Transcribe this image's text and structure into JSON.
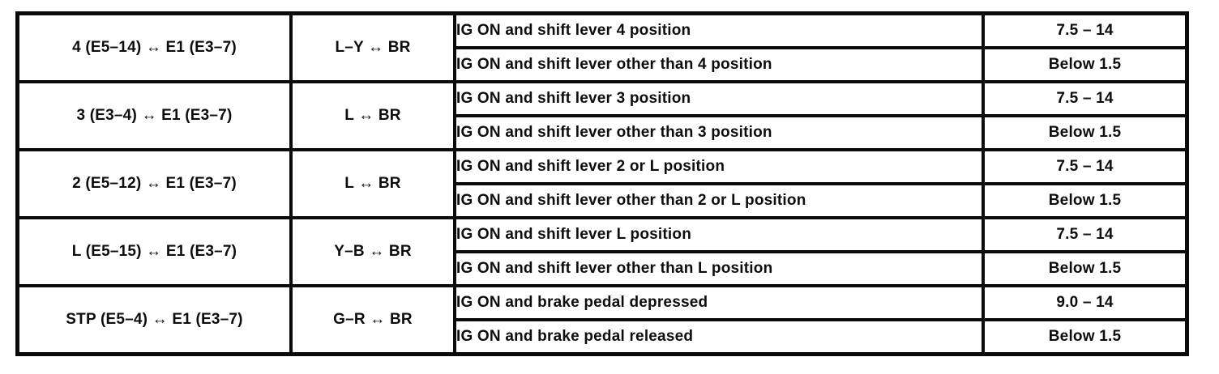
{
  "table": {
    "rows": [
      {
        "terminal": "4 (E5–14) ↔ E1 (E3–7)",
        "wire": "L–Y ↔ BR",
        "conditions": [
          "IG ON and shift lever 4 position",
          "IG ON and shift lever other than 4 position"
        ],
        "values": [
          "7.5 – 14",
          "Below 1.5"
        ]
      },
      {
        "terminal": "3 (E3–4) ↔ E1 (E3–7)",
        "wire": "L ↔ BR",
        "conditions": [
          "IG ON and shift lever 3 position",
          "IG ON and shift lever other than 3 position"
        ],
        "values": [
          "7.5 – 14",
          "Below 1.5"
        ]
      },
      {
        "terminal": "2 (E5–12) ↔ E1 (E3–7)",
        "wire": "L ↔ BR",
        "conditions": [
          "IG ON and shift lever 2 or L position",
          "IG ON and shift lever other than 2 or L position"
        ],
        "values": [
          "7.5 – 14",
          "Below 1.5"
        ]
      },
      {
        "terminal": "L (E5–15) ↔ E1 (E3–7)",
        "wire": "Y–B ↔ BR",
        "conditions": [
          "IG ON and shift lever L position",
          "IG ON and shift lever other than L position"
        ],
        "values": [
          "7.5 – 14",
          "Below 1.5"
        ]
      },
      {
        "terminal": "STP (E5–4) ↔ E1 (E3–7)",
        "wire": "G–R ↔ BR",
        "conditions": [
          "IG ON and brake pedal depressed",
          "IG ON and brake pedal released"
        ],
        "values": [
          "9.0 – 14",
          "Below 1.5"
        ]
      }
    ]
  }
}
